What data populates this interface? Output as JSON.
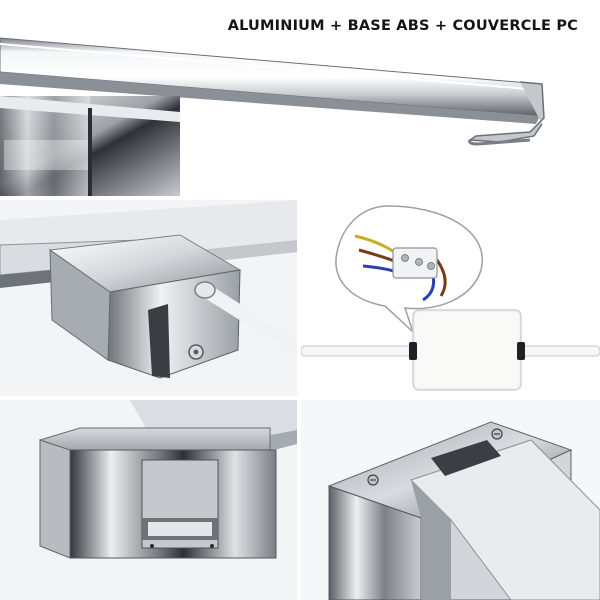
{
  "header": {
    "caption": "ALUMINIUM + BASE ABS + COUVERCLE PC"
  },
  "panels": [
    {
      "id": "top",
      "icon": "light-bar-icon"
    },
    {
      "id": "middle-left",
      "icon": "mount-bracket-icon"
    },
    {
      "id": "middle-right",
      "icon": "terminal-block-icon"
    },
    {
      "id": "bottom-left",
      "icon": "chrome-box-icon"
    },
    {
      "id": "bottom-right",
      "icon": "clamp-mount-icon"
    }
  ],
  "colors": {
    "chrome_light": "#f2f4f6",
    "chrome_mid": "#b8bcc2",
    "chrome_dark": "#4a4e54",
    "wire_brown": "#7a3b12",
    "wire_blue": "#2b3fb0",
    "wire_yellow_green": "#c8b020"
  }
}
